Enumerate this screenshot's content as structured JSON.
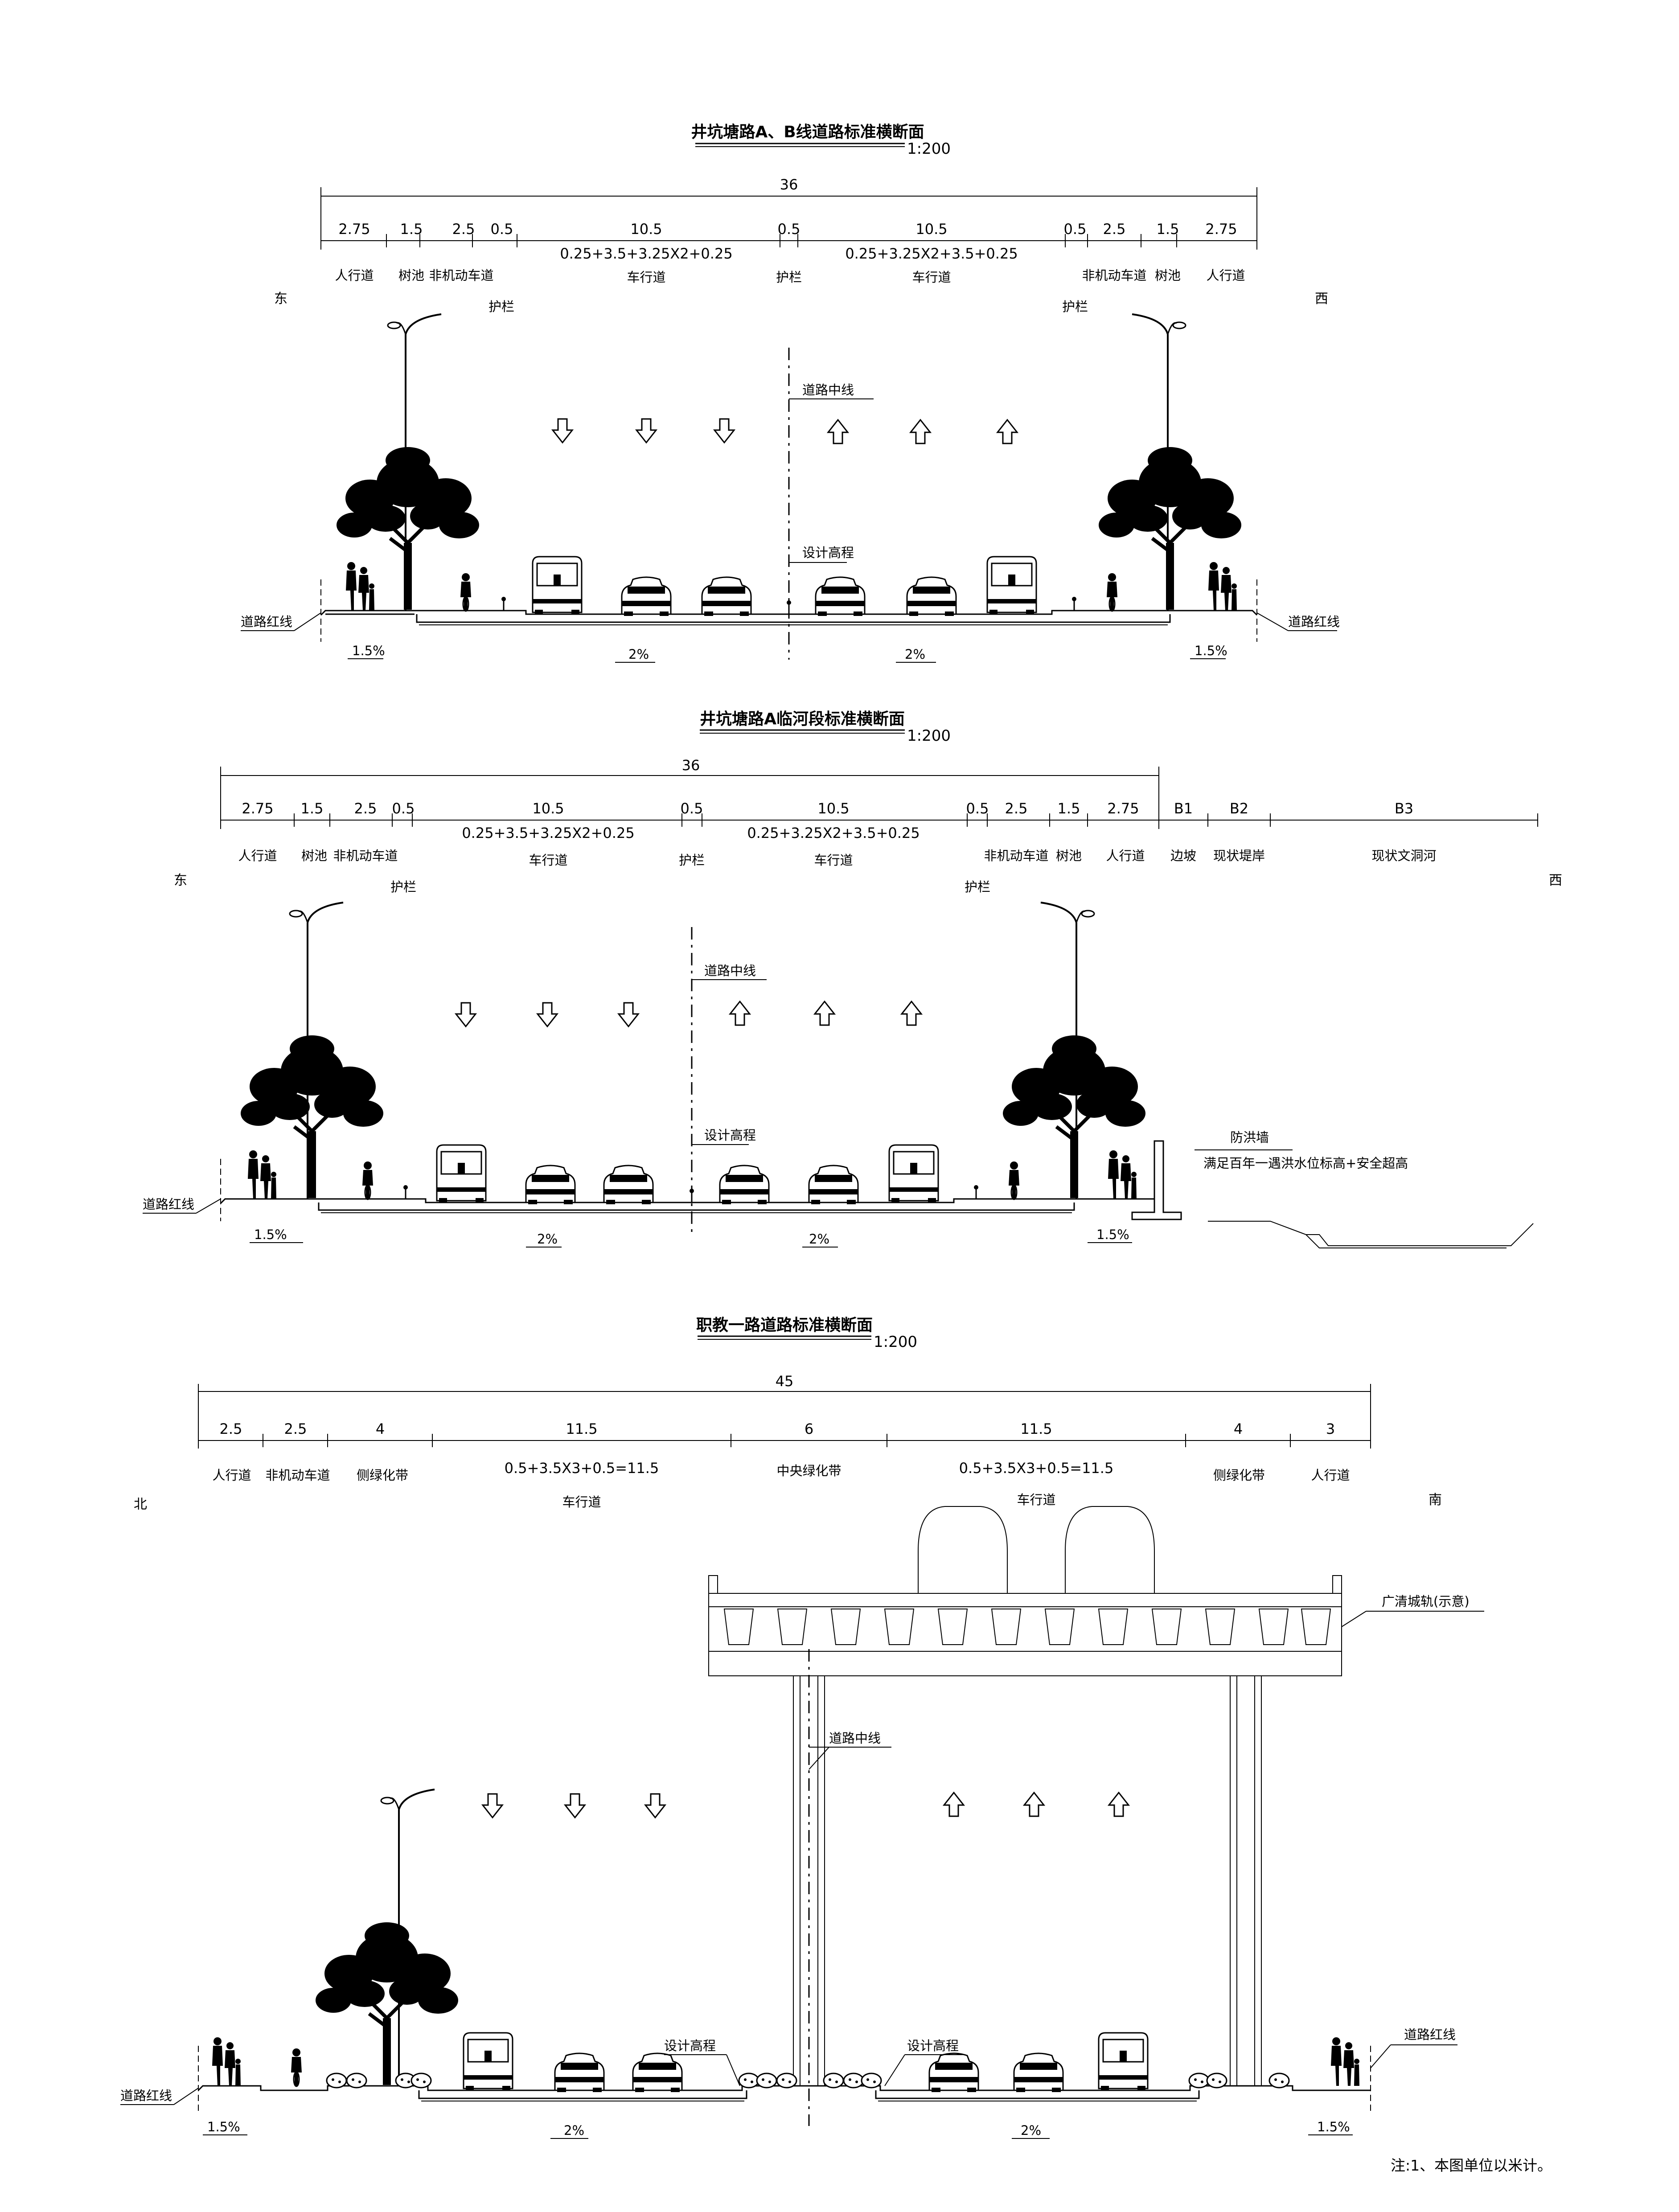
{
  "sections": [
    {
      "title": "井坑塘路A、B线道路标准横断面",
      "scale": "1:200",
      "total": "36",
      "dir_left": "东",
      "dir_right": "西",
      "widths": [
        "2.75",
        "1.5",
        "2.5",
        "0.5",
        "10.5",
        "0.5",
        "10.5",
        "0.5",
        "2.5",
        "1.5",
        "2.75"
      ],
      "formulas": [
        "0.25+3.5+3.25X2+0.25",
        "0.25+3.25X2+3.5+0.25"
      ],
      "names": [
        "人行道",
        "树池",
        "非机动车道",
        "护栏",
        "车行道",
        "护栏",
        "车行道",
        "护栏",
        "非机动车道",
        "树池",
        "人行道"
      ],
      "centerline": "道路中线",
      "design_elev": "设计高程",
      "red_line": "道路红线",
      "slopes": [
        "1.5%",
        "2%",
        "2%",
        "1.5%"
      ]
    },
    {
      "title": "井坑塘路A临河段标准横断面",
      "scale": "1:200",
      "total": "36",
      "dir_left": "东",
      "dir_right": "西",
      "widths": [
        "2.75",
        "1.5",
        "2.5",
        "0.5",
        "10.5",
        "0.5",
        "10.5",
        "0.5",
        "2.5",
        "1.5",
        "2.75",
        "B1",
        "B2",
        "B3"
      ],
      "formulas": [
        "0.25+3.5+3.25X2+0.25",
        "0.25+3.25X2+3.5+0.25"
      ],
      "names": [
        "人行道",
        "树池",
        "非机动车道",
        "护栏",
        "车行道",
        "护栏",
        "车行道",
        "护栏",
        "非机动车道",
        "树池",
        "人行道",
        "边坡",
        "现状堤岸",
        "现状文洞河"
      ],
      "centerline": "道路中线",
      "design_elev": "设计高程",
      "red_line": "道路红线",
      "flood_wall": "防洪墙",
      "flood_note": "满足百年一遇洪水位标高+安全超高",
      "slopes": [
        "1.5%",
        "2%",
        "2%",
        "1.5%"
      ]
    },
    {
      "title": "职教一路道路标准横断面",
      "scale": "1:200",
      "total": "45",
      "dir_left": "北",
      "dir_right": "南",
      "widths": [
        "2.5",
        "2.5",
        "4",
        "11.5",
        "6",
        "11.5",
        "4",
        "3"
      ],
      "formulas": [
        "0.5+3.5X3+0.5=11.5",
        "0.5+3.5X3+0.5=11.5"
      ],
      "names": [
        "人行道",
        "非机动车道",
        "侧绿化带",
        "车行道",
        "中央绿化带",
        "车行道",
        "侧绿化带",
        "人行道"
      ],
      "centerline": "道路中线",
      "design_elev": "设计高程",
      "red_line": "道路红线",
      "rail": "广清城轨(示意)",
      "slopes": [
        "1.5%",
        "2%",
        "2%",
        "1.5%"
      ]
    }
  ],
  "note": "注:1、本图单位以米计。"
}
